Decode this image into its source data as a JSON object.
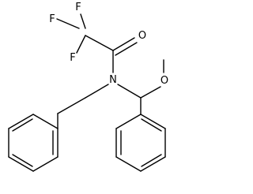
{
  "molecule": {
    "atoms": [
      {
        "id": "F1",
        "label": "F"
      },
      {
        "id": "F2",
        "label": "F"
      },
      {
        "id": "F3",
        "label": "F"
      },
      {
        "id": "O1",
        "label": "O"
      },
      {
        "id": "N1",
        "label": "N"
      },
      {
        "id": "O2",
        "label": "O"
      }
    ]
  }
}
